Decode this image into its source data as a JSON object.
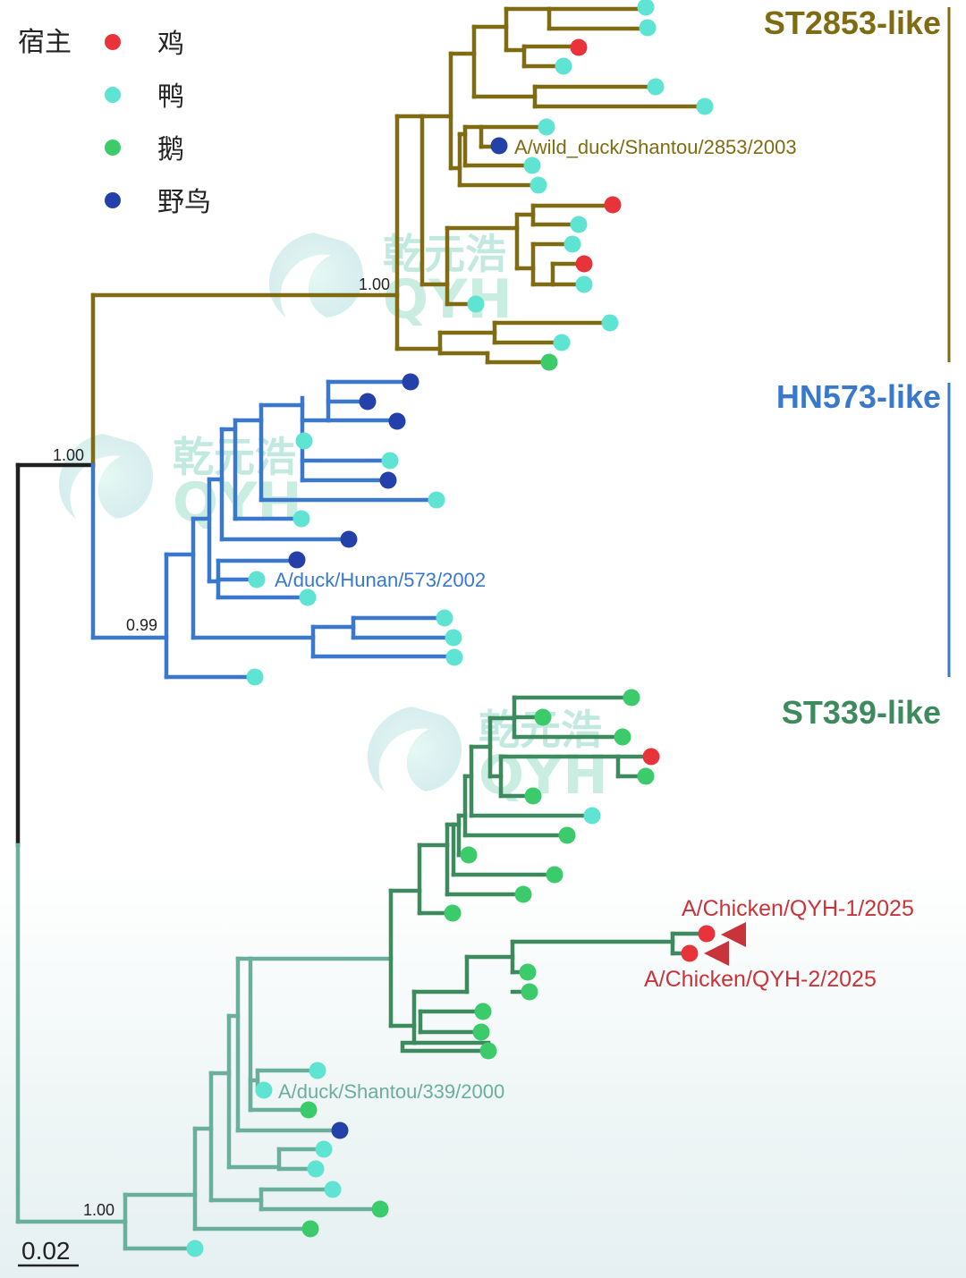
{
  "legend": {
    "title": "宿主",
    "items": [
      {
        "key": "chicken",
        "label": "鸡",
        "color": "#e8333a"
      },
      {
        "key": "duck",
        "label": "鸭",
        "color": "#5fe3d2"
      },
      {
        "key": "goose",
        "label": "鹅",
        "color": "#3ccb6a"
      },
      {
        "key": "wild",
        "label": "野鸟",
        "color": "#2341a8"
      }
    ]
  },
  "clades": [
    {
      "name": "ST2853-like",
      "color": "#7f6b12"
    },
    {
      "name": "HN573-like",
      "color": "#3a78cc"
    },
    {
      "name": "ST339-like",
      "color": "#3d8a5e"
    }
  ],
  "root_color": "#1f1f1f",
  "clade3_gradient_color": "#6aae9c",
  "support_values": [
    "1.00",
    "1.00",
    "0.99",
    "1.00"
  ],
  "taxon_labels": [
    {
      "text": "A/wild_duck/Shantou/2853/2003",
      "color": "#7f6b12"
    },
    {
      "text": "A/duck/Hunan/573/2002",
      "color": "#3a78cc"
    },
    {
      "text": "A/duck/Shantou/339/2000",
      "color": "#6aae9c"
    },
    {
      "text": "A/Chicken/QYH-1/2025",
      "color": "#c8343a"
    },
    {
      "text": "A/Chicken/QYH-2/2025",
      "color": "#c8343a"
    }
  ],
  "highlight_marker_color": "#c8343a",
  "scale_bar": {
    "label": "0.02"
  },
  "watermark": {
    "cn": "乾元浩",
    "en": "QYH"
  }
}
